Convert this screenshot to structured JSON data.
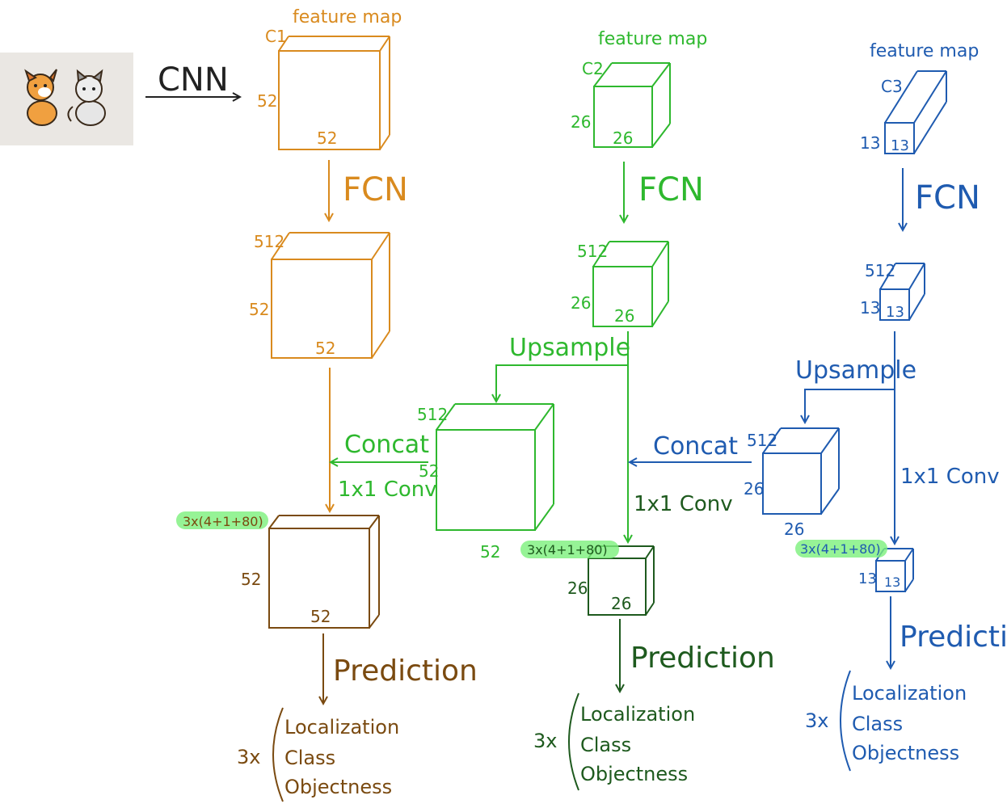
{
  "input": {
    "arrow_label": "CNN"
  },
  "common": {
    "feature_map_label": "feature map",
    "fcn_label": "FCN",
    "upsample_label": "Upsample",
    "concat_label": "Concat",
    "conv_label": "1x1 Conv",
    "output_channels": "3x(4+1+80)",
    "prediction_label": "Prediction",
    "multiplier": "3x",
    "outputs": [
      "Localization",
      "Class",
      "Objectness"
    ]
  },
  "branches": [
    {
      "color": "#D98A1E",
      "dark_color": "#7A4A10",
      "feature_channel": "C1",
      "feature_h": "52",
      "feature_w": "52",
      "fcn_channels": "512",
      "fcn_h": "52",
      "fcn_w": "52",
      "out_h": "52",
      "out_w": "52"
    },
    {
      "color": "#2EB82E",
      "dark_color": "#1E5A1E",
      "feature_channel": "C2",
      "feature_h": "26",
      "feature_w": "26",
      "fcn_channels": "512",
      "fcn_h": "26",
      "fcn_w": "26",
      "up_channels": "512",
      "up_h": "52",
      "up_w": "52",
      "out_h": "26",
      "out_w": "26"
    },
    {
      "color": "#1F5BB0",
      "dark_color": "#1F5BB0",
      "feature_channel": "C3",
      "feature_h": "13",
      "feature_w": "13",
      "fcn_channels": "512",
      "fcn_h": "13",
      "fcn_w": "13",
      "up_channels": "512",
      "up_h": "26",
      "up_w": "26",
      "out_h": "13",
      "out_w": "13"
    }
  ],
  "highlight_color": "#7CF07C"
}
